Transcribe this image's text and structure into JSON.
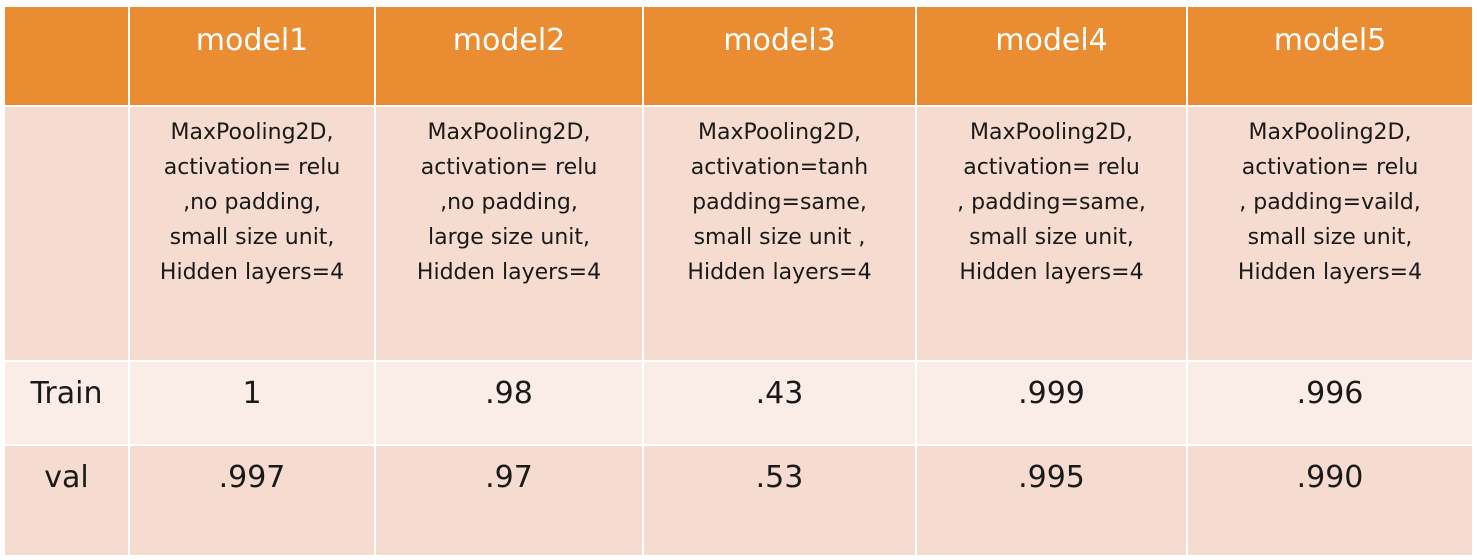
{
  "colors": {
    "header_bg": "#e98c32",
    "header_text": "#ffffff",
    "row_dark": "#f5dbd0",
    "row_light": "#faece7"
  },
  "table": {
    "corner": "",
    "models": [
      "model1",
      "model2",
      "model3",
      "model4",
      "model5"
    ],
    "descriptions": [
      [
        "MaxPooling2D,",
        "activation= relu",
        ",no padding,",
        "small size unit,",
        "Hidden layers=4"
      ],
      [
        "MaxPooling2D,",
        "activation= relu",
        ",no padding,",
        "large size unit,",
        "Hidden layers=4"
      ],
      [
        "MaxPooling2D,",
        "activation=tanh",
        "padding=same,",
        "small size unit ,",
        "Hidden layers=4"
      ],
      [
        "MaxPooling2D,",
        "activation= relu",
        ", padding=same,",
        "small size unit,",
        "Hidden layers=4"
      ],
      [
        "MaxPooling2D,",
        "activation= relu",
        ", padding=vaild,",
        "small size unit,",
        "Hidden layers=4"
      ]
    ],
    "rows": [
      {
        "label": "Train",
        "values": [
          "1",
          ".98",
          ".43",
          ".999",
          ".996"
        ]
      },
      {
        "label": "val",
        "values": [
          ".997",
          ".97",
          ".53",
          ".995",
          ".990"
        ]
      }
    ]
  }
}
